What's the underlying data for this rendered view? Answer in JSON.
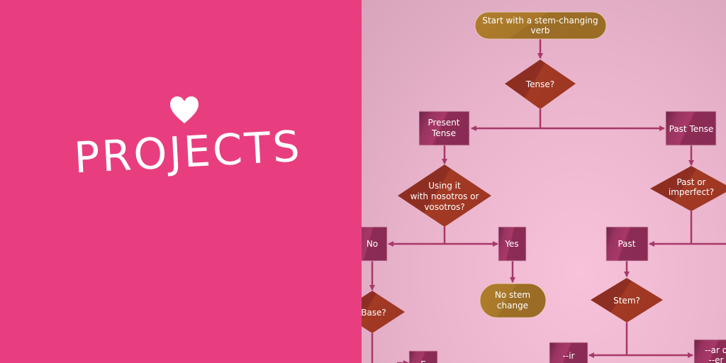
{
  "banner": {
    "title": "PROJECTS",
    "icon": "heart-icon",
    "background": "#e83e80"
  },
  "flowchart": {
    "colors": {
      "terminal": "#a8782a",
      "decision": "#9a3324",
      "process": "#93305c",
      "connector": "#a8386a"
    },
    "nodes": {
      "start": [
        "Start with a stem-changing",
        "verb"
      ],
      "tense": [
        "Tense?"
      ],
      "present": [
        "Present",
        "Tense"
      ],
      "past_tense": [
        "Past Tense"
      ],
      "nosotros": [
        "Using it",
        "with nosotros or",
        "vosotros?"
      ],
      "past_or_imperfect": [
        "Past or",
        "imperfect?"
      ],
      "no": [
        "No"
      ],
      "yes": [
        "Yes"
      ],
      "past": [
        "Past"
      ],
      "no_stem": [
        "No stem",
        "change"
      ],
      "base": [
        "Base?"
      ],
      "stem": [
        "Stem?"
      ],
      "e": [
        "E"
      ],
      "ir": [
        "--ir"
      ],
      "ar_er": [
        "--ar o",
        "--er"
      ]
    }
  }
}
